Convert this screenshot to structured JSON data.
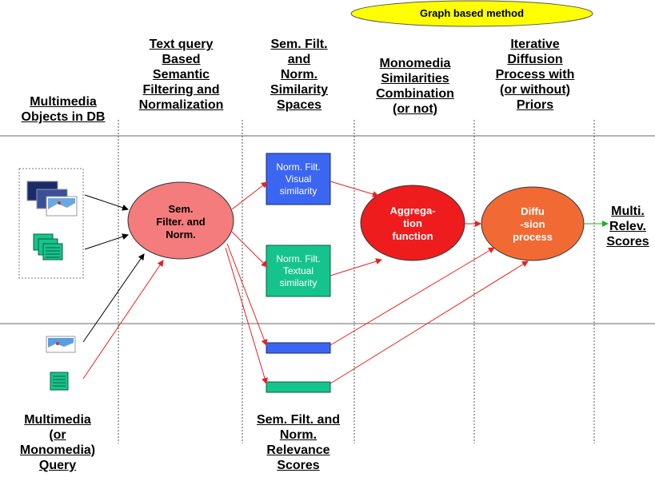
{
  "banner": {
    "label": "Graph based method",
    "color": "#ffff00"
  },
  "columns": [
    {
      "lines": [
        "Multimedia",
        "Objects in DB"
      ]
    },
    {
      "lines": [
        "Text query",
        "Based",
        "Semantic",
        "Filtering and",
        "Normalization"
      ]
    },
    {
      "lines": [
        "Sem. Filt.",
        "and",
        "Norm.",
        "Similarity",
        "Spaces"
      ]
    },
    {
      "lines": [
        "Monomedia",
        "Similarities",
        "Combination",
        "(or not)"
      ]
    },
    {
      "lines": [
        "Iterative",
        "Diffusion",
        "Process with",
        "(or without)",
        "Priors"
      ]
    }
  ],
  "bottom_labels": [
    {
      "lines": [
        "Multimedia",
        "(or",
        "Monomedia)",
        "Query"
      ]
    },
    {
      "lines": [
        "Sem. Filt. and",
        "Norm.",
        "Relevance",
        "Scores"
      ]
    }
  ],
  "output": {
    "lines": [
      "Multi.",
      "Relev.",
      "Scores"
    ]
  },
  "nodes": {
    "filter": {
      "lines": [
        "Sem.",
        "Filter. and",
        "Norm."
      ],
      "color": "#f47c7c"
    },
    "aggregation": {
      "lines": [
        "Aggrega-",
        "tion",
        "function"
      ],
      "color": "#ee1c1c"
    },
    "diffusion": {
      "lines": [
        "Diffu",
        "-sion",
        "process"
      ],
      "color": "#f26a33"
    }
  },
  "boxes": {
    "visual": {
      "lines": [
        "Norm. Filt.",
        "Visual",
        "similarity"
      ],
      "color": "#3a66f2"
    },
    "textual": {
      "lines": [
        "Norm. Filt.",
        "Textual",
        "similarity"
      ],
      "color": "#15c48c"
    },
    "score_visual": {
      "color": "#3a66f2"
    },
    "score_textual": {
      "color": "#15c48c"
    }
  },
  "icons": {
    "db_images": "image-stack-icon",
    "db_documents": "document-stack-icon",
    "query_image": "image-icon",
    "query_document": "document-icon"
  },
  "colors": {
    "arrow_red": "#e8211f",
    "arrow_green": "#22b022",
    "arrow_black": "#000000"
  }
}
